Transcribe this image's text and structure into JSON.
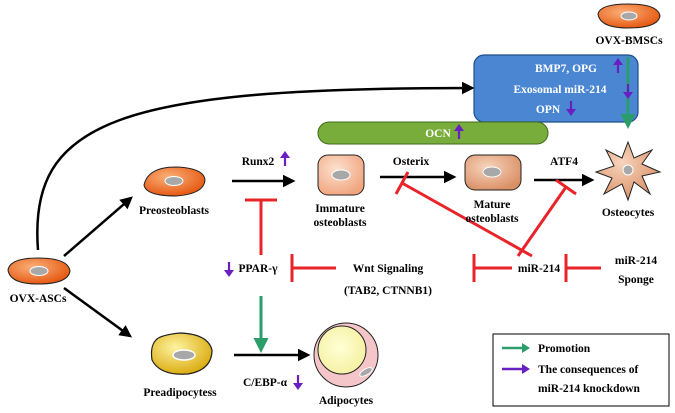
{
  "cells": {
    "ovx_bmscs": "OVX-BMSCs",
    "ovx_ascs": "OVX-ASCs",
    "preosteoblasts": "Preosteoblasts",
    "immature_line1": "Immature",
    "immature_line2": "osteoblasts",
    "mature_line1": "Mature",
    "mature_line2": "osteoblasts",
    "osteocytes": "Osteocytes",
    "preadipocytes": "Preadipocytess",
    "adipocytes": "Adipocytes"
  },
  "factors": {
    "runx2": "Runx2",
    "osterix": "Osterix",
    "atf4": "ATF4",
    "ocn": "OCN",
    "ppar": "PPAR-γ",
    "cebp": "C/EBP-α",
    "wnt_line1": "Wnt Signaling",
    "wnt_line2": "(TAB2, CTNNB1)",
    "mir214": "miR-214",
    "sponge_line1": "miR-214",
    "sponge_line2": "Sponge"
  },
  "bmsc_box": {
    "line1": "BMP7, OPG",
    "line2": "Exosomal miR-214",
    "line3": "OPN"
  },
  "legend": {
    "promotion": "Promotion",
    "consequence_line1": "The consequences of",
    "consequence_line2": "miR-214 knockdown"
  },
  "colors": {
    "promotion_arrow": "#2a9d6a",
    "knockdown_arrow": "#6a1fc0",
    "inhibition": "#e8242a",
    "bmsc_box_fill": "#4a86d2",
    "ocn_bar_fill": "#78ad3c",
    "stem_cell_fill": "#e85a0e"
  }
}
